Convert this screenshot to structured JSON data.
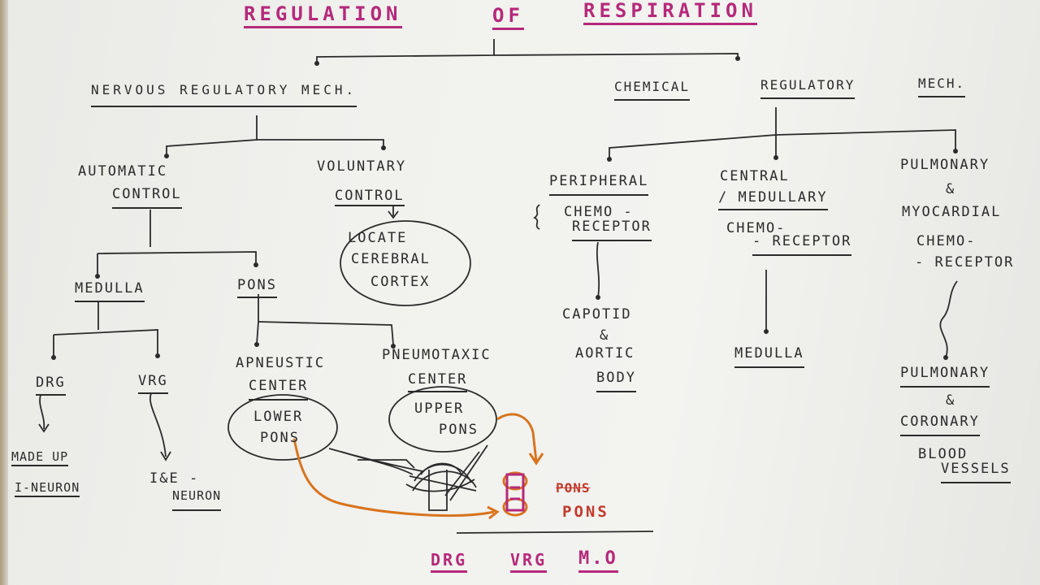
{
  "title": {
    "regulation": "REGULATION",
    "of": "OF",
    "respiration": "RESPIRATION"
  },
  "nervous": {
    "label": "NERVOUS REGULATORY MECH.",
    "automatic": {
      "line1": "AUTOMATIC",
      "line2": "CONTROL"
    },
    "voluntary": {
      "line1": "VOLUNTARY",
      "line2": "CONTROL",
      "locate": [
        "LOCATE",
        "CEREBRAL",
        "CORTEX"
      ]
    },
    "medulla": "MEDULLA",
    "pons": "PONS",
    "drg": {
      "label": "DRG",
      "note1": "MADE UP",
      "note2": "I-NEURON"
    },
    "vrg": {
      "label": "VRG",
      "note1": "I&E -",
      "note2": "NEURON"
    },
    "apneustic": {
      "line1": "APNEUSTIC",
      "line2": "CENTER",
      "loc1": "LOWER",
      "loc2": "PONS"
    },
    "pneumotaxic": {
      "line1": "PNEUMOTAXIC",
      "line2": "CENTER",
      "loc1": "UPPER",
      "loc2": "PONS"
    },
    "pons_crossed": "PONS",
    "pons_red": "PONS",
    "bottom": {
      "drg": "DRG",
      "vrg": "VRG",
      "mo": "M.O"
    }
  },
  "chemical": {
    "label_1": "CHEMICAL",
    "label_2": "REGULATORY",
    "label_3": "MECH.",
    "peripheral": {
      "line1": "PERIPHERAL",
      "line2": "CHEMO -",
      "line3": "RECEPTOR",
      "target1": "CAPOTID",
      "target2": "&",
      "target3": "AORTIC",
      "target4": "BODY"
    },
    "central": {
      "line1": "CENTRAL",
      "line2": "/ MEDULLARY",
      "line3": "CHEMO-",
      "line4": "- RECEPTOR",
      "target": "MEDULLA"
    },
    "pulmonary": {
      "line1": "PULMONARY",
      "line2": "&",
      "line3": "MYOCARDIAL",
      "line4": "CHEMO-",
      "line5": "- RECEPTOR",
      "target1": "PULMONARY",
      "target2": "&",
      "target3": "CORONARY",
      "target4": "BLOOD",
      "target5": "VESSELS"
    }
  },
  "colors": {
    "ink": "#2b2b2b",
    "magenta": "#b5297a",
    "orange": "#d8741e",
    "red": "#c23a2c",
    "paper": "#f1f1ee"
  }
}
